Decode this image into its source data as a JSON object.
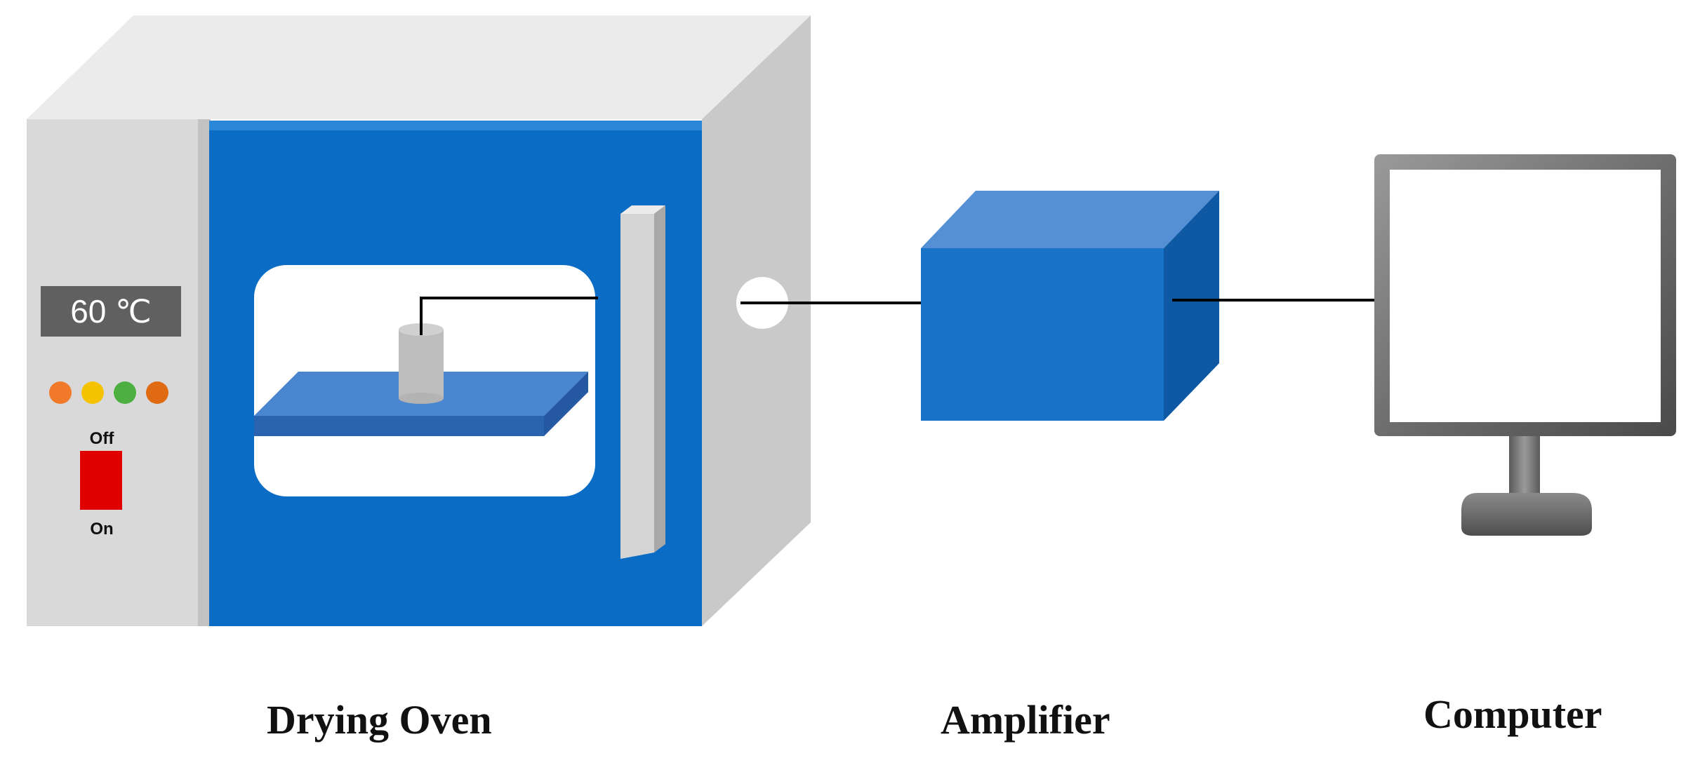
{
  "oven": {
    "temperature_display": "60 ℃",
    "switch_label_off": "Off",
    "switch_label_on": "On",
    "indicator_colors": [
      "#f07a2a",
      "#f5c200",
      "#4caf3f",
      "#e06a14"
    ],
    "door_color": "#0a6cc4",
    "body_color": "#d9d9d9",
    "switch_color": "#e00000"
  },
  "amplifier": {
    "color": "#1872c8"
  },
  "captions": {
    "oven": "Drying Oven",
    "amplifier": "Amplifier",
    "computer": "Computer"
  }
}
